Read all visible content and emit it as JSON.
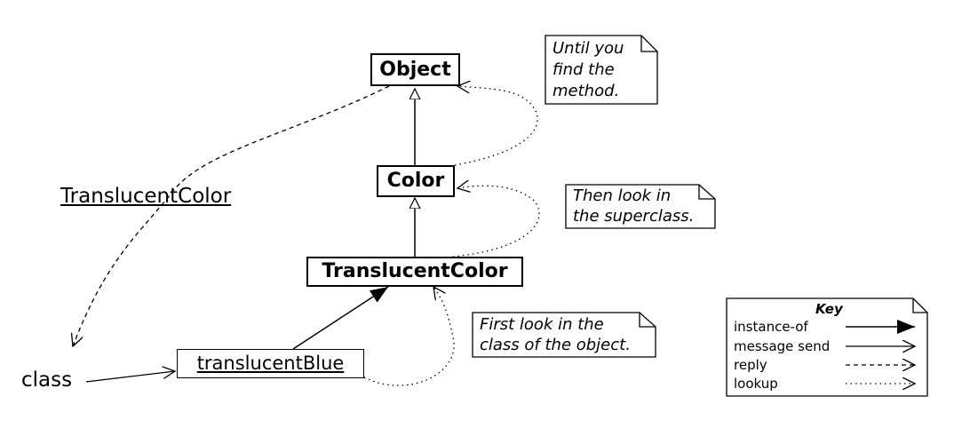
{
  "classes": {
    "object": "Object",
    "color": "Color",
    "translucent_color": "TranslucentColor"
  },
  "instance": "translucentBlue",
  "metaclass_label": "TranslucentColor",
  "class_label": "class",
  "notes": {
    "first": [
      "First look in the",
      "class of the object."
    ],
    "then": [
      "Then look in",
      "the superclass."
    ],
    "until": [
      "Until you",
      "find the",
      "method."
    ]
  },
  "key": {
    "title": "Key",
    "items": [
      "instance-of",
      "message send",
      "reply",
      "lookup"
    ]
  }
}
